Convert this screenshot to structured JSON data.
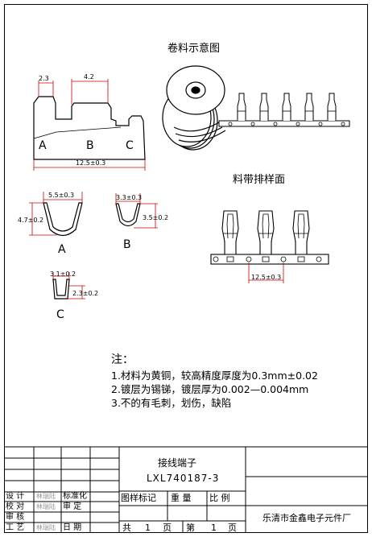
{
  "titles": {
    "reel": "卷料示意图",
    "strip": "料带排样面"
  },
  "profile_view": {
    "dim_top_left": "2.3",
    "dim_top_right": "4.2",
    "section_a": "A",
    "section_b": "B",
    "section_c": "C",
    "dim_length": "12.5±0.3"
  },
  "sections": {
    "a": {
      "label": "A",
      "width": "5.5±0.3",
      "height": "4.7±0.2"
    },
    "b": {
      "label": "B",
      "width": "3.3±0.3",
      "height": "3.5±0.2"
    },
    "c": {
      "label": "C",
      "width": "3.1±0.2",
      "height": "2.3±0.2"
    }
  },
  "strip_view": {
    "pitch": "12.5±0.3"
  },
  "notes": {
    "heading": "注：",
    "items": [
      "1.材料为黄铜，较高精度厚度为0.3mm±0.02",
      "2.镀层为锡锑，镀层厚为0.002—0.004mm",
      "3.不的有毛刺，划伤，缺陷"
    ]
  },
  "title_block": {
    "part_name": "接线端子",
    "part_number": "LXL740187-3",
    "rows": [
      {
        "left": "设  计",
        "sig": "林瑞陆",
        "mid": "标准化"
      },
      {
        "left": "校  对",
        "sig": "林瑞陆",
        "mid": "审  定"
      },
      {
        "left": "审  核",
        "sig": "",
        "mid": ""
      },
      {
        "left": "工  艺",
        "sig": "林瑞陆",
        "mid": "日  期"
      }
    ],
    "marking_label": "图样标记",
    "weight_label": "重  量",
    "scale_label": "比  例",
    "total_label": "共",
    "total_value": "1",
    "pages_label": "页",
    "sheet_label": "第",
    "sheet_value": "1",
    "sheet_pages_label": "页",
    "company": "乐清市金鑫电子元件厂"
  },
  "colors": {
    "dimension": "#cc0000",
    "outline": "#000000",
    "fill": "#ffffff"
  }
}
